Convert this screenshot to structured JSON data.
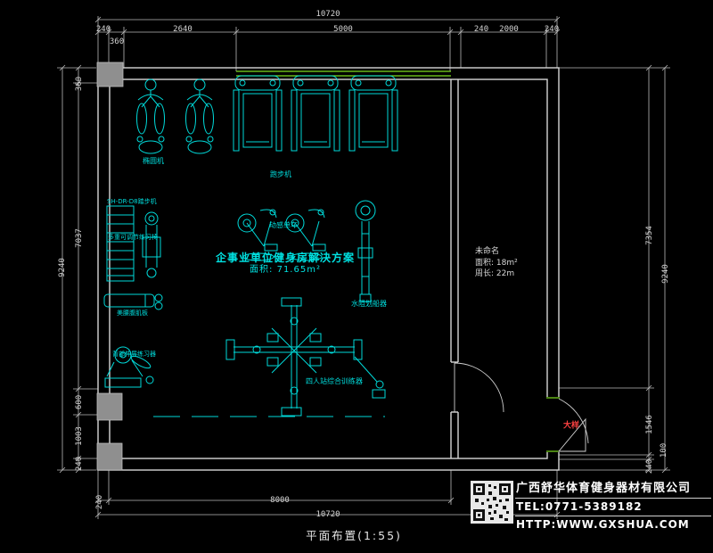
{
  "plan_title": "平面布置(1:55)",
  "dims": {
    "top_total": "10720",
    "top_segs": [
      "240",
      "2640",
      "5000",
      "240",
      "2000",
      "240"
    ],
    "top_sub": "360",
    "left_total": "9240",
    "left_segs": [
      "360",
      "7037",
      "600",
      "1003",
      "240"
    ],
    "right_total": "9240",
    "right_segs": [
      "7354",
      "1546",
      "100",
      "240"
    ],
    "bottom_left_seg": "240",
    "bottom_inner": "8000",
    "bottom_total": "10720"
  },
  "equipment": {
    "elliptical": "椭圆机",
    "treadmill": "跑步机",
    "stepper": "SH-DR-D8踏步机",
    "bench_adjustable": "多重可调节练习椅",
    "ab_board": "美腰腹肌板",
    "back_extension": "背部伸展练习器",
    "spin_bike": "动感单车",
    "rower": "水阻划船器",
    "multi_station": "四人站综合训练器"
  },
  "solution": {
    "title": "企事业单位健身房解决方案",
    "area": "面积: 71.65m²"
  },
  "room": {
    "name": "未命名",
    "area": "面积: 18m²",
    "perimeter": "周长: 22m"
  },
  "door_tag": "大样",
  "footer": {
    "company": "广西舒华体育健身器材有限公司",
    "tel": "TEL:0771-5389182",
    "web": "HTTP:WWW.GXSHUA.COM"
  }
}
